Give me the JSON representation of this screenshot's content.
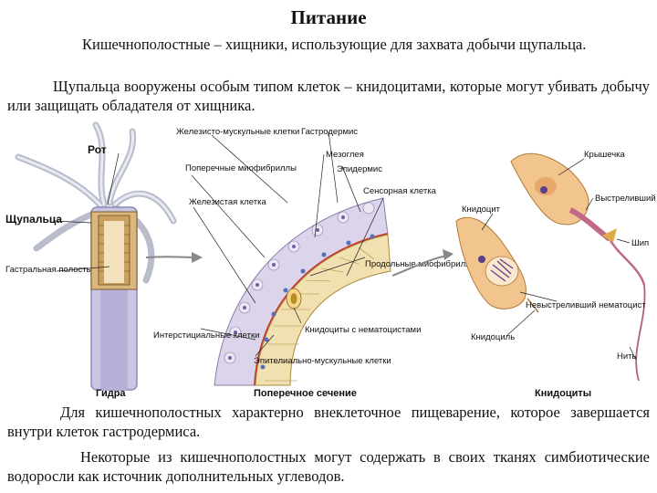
{
  "title": "Питание",
  "paragraphs": {
    "p1": "Кишечнополостные – хищники, использующие для захвата добычи щупальца.",
    "p2": "Щупальца вооружены особым типом клеток – книдоцитами, которые могут убивать добычу или защищать обладателя от хищника.",
    "p3": "Для кишечнополостных характерно внеклеточное пищеварение, которое завершается внутри клеток гастродермиса.",
    "p4": "Некоторые из кишечнополостных могут содержать в своих тканях симбиотические водоросли как источник дополнительных углеводов."
  },
  "figure": {
    "hydra": {
      "mouth": "Рот",
      "tentacles": "Щупальца",
      "gastral_cavity": "Гастральная полость",
      "caption": "Гидра"
    },
    "section": {
      "glandular_muscle": "Железисто-мускульные клетки",
      "gastrodermis": "Гастродермис",
      "mesoglea": "Мезоглея",
      "epidermis": "Эпидермис",
      "transverse_myofibrils": "Поперечные миофибриллы",
      "sensory_cell": "Сенсорная клетка",
      "gland_cell": "Железистая клетка",
      "longitudinal_myofibrils": "Продольные миофибриллы",
      "cnidocytes_with_nematocysts": "Книдоциты с нематоцистами",
      "interstitial_cells": "Интерстициальные клетки",
      "epithelial_muscle_cells": "Эпителиально-мускульные клетки",
      "caption": "Поперечное сечение"
    },
    "cnidocytes": {
      "lid": "Крышечка",
      "cnidocyte_top": "Книдоцит",
      "discharged_nematocyst": "Выстреливший нематоцист",
      "spike": "Шип",
      "undischarged_nematocyst": "Невыстреливший нематоцист",
      "cnidocil": "Книдоциль",
      "thread": "Нить",
      "caption": "Книдоциты"
    }
  }
}
